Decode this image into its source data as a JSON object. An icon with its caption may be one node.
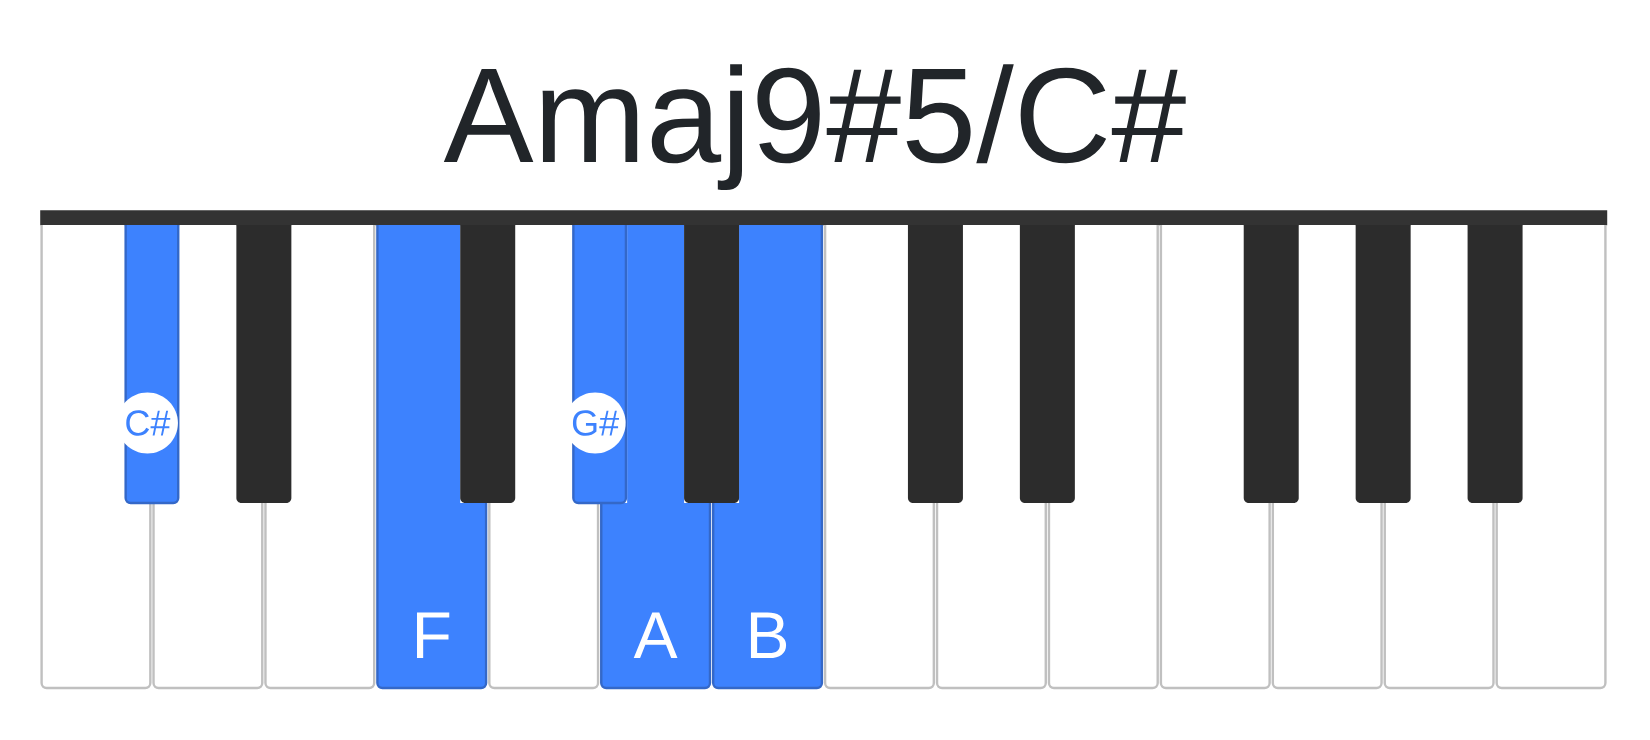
{
  "diagram": {
    "title": "Amaj9#5/C#",
    "nodes": [
      {
        "text": [],
        "shape": "bar"
      },
      {
        "text": [],
        "shape": "box"
      },
      {
        "text": [
          "C#"
        ]
      },
      {
        "text": [],
        "shape": "box"
      },
      {
        "text": [],
        "shape": "box"
      },
      {
        "text": [],
        "shape": "box"
      },
      {
        "text": [
          "F"
        ]
      },
      {
        "text": [],
        "shape": "box"
      },
      {
        "text": [],
        "shape": "box"
      },
      {
        "text": [
          "G#"
        ]
      },
      {
        "text": [
          "A"
        ]
      },
      {
        "text": [],
        "shape": "box"
      },
      {
        "text": [
          "B"
        ]
      },
      {
        "text": [],
        "shape": "box"
      },
      {
        "text": [],
        "shape": "box"
      },
      {
        "text": [],
        "shape": "box"
      },
      {
        "text": [],
        "shape": "box"
      },
      {
        "text": [],
        "shape": "box"
      },
      {
        "text": [],
        "shape": "box"
      },
      {
        "text": [],
        "shape": "box"
      },
      {
        "text": [],
        "shape": "box"
      },
      {
        "text": [],
        "shape": "box"
      },
      {
        "text": [],
        "shape": "box"
      },
      {
        "text": [],
        "shape": "box"
      },
      {
        "text": [],
        "shape": "box"
      }
    ]
  }
}
